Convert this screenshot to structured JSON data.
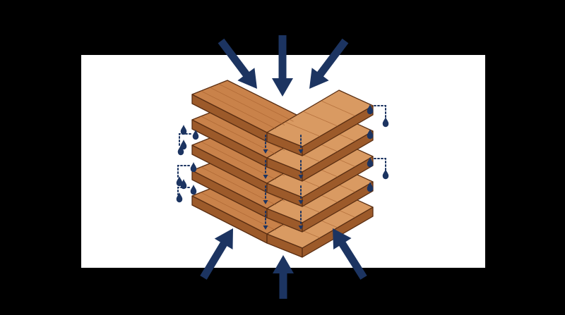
{
  "colors": {
    "background": "#000000",
    "panel": "#ffffff",
    "arrow": "#1c3461",
    "droplet": "#1c3461",
    "wood_top": "#c9824a",
    "wood_top_light": "#d99a62",
    "wood_side": "#9c5a2a",
    "wood_edge": "#5a2e12",
    "grain": "#a8622f"
  },
  "diagram": {
    "layers": 5,
    "pressure_arrows": [
      "top-left",
      "top",
      "top-right",
      "bottom-left",
      "bottom",
      "bottom-right"
    ],
    "moisture_paths": [
      "left-1",
      "left-2",
      "left-3",
      "right-1",
      "right-2",
      "right-3"
    ]
  },
  "icons": {
    "arrow": "pressure-arrow-icon",
    "droplet": "water-droplet-icon"
  }
}
